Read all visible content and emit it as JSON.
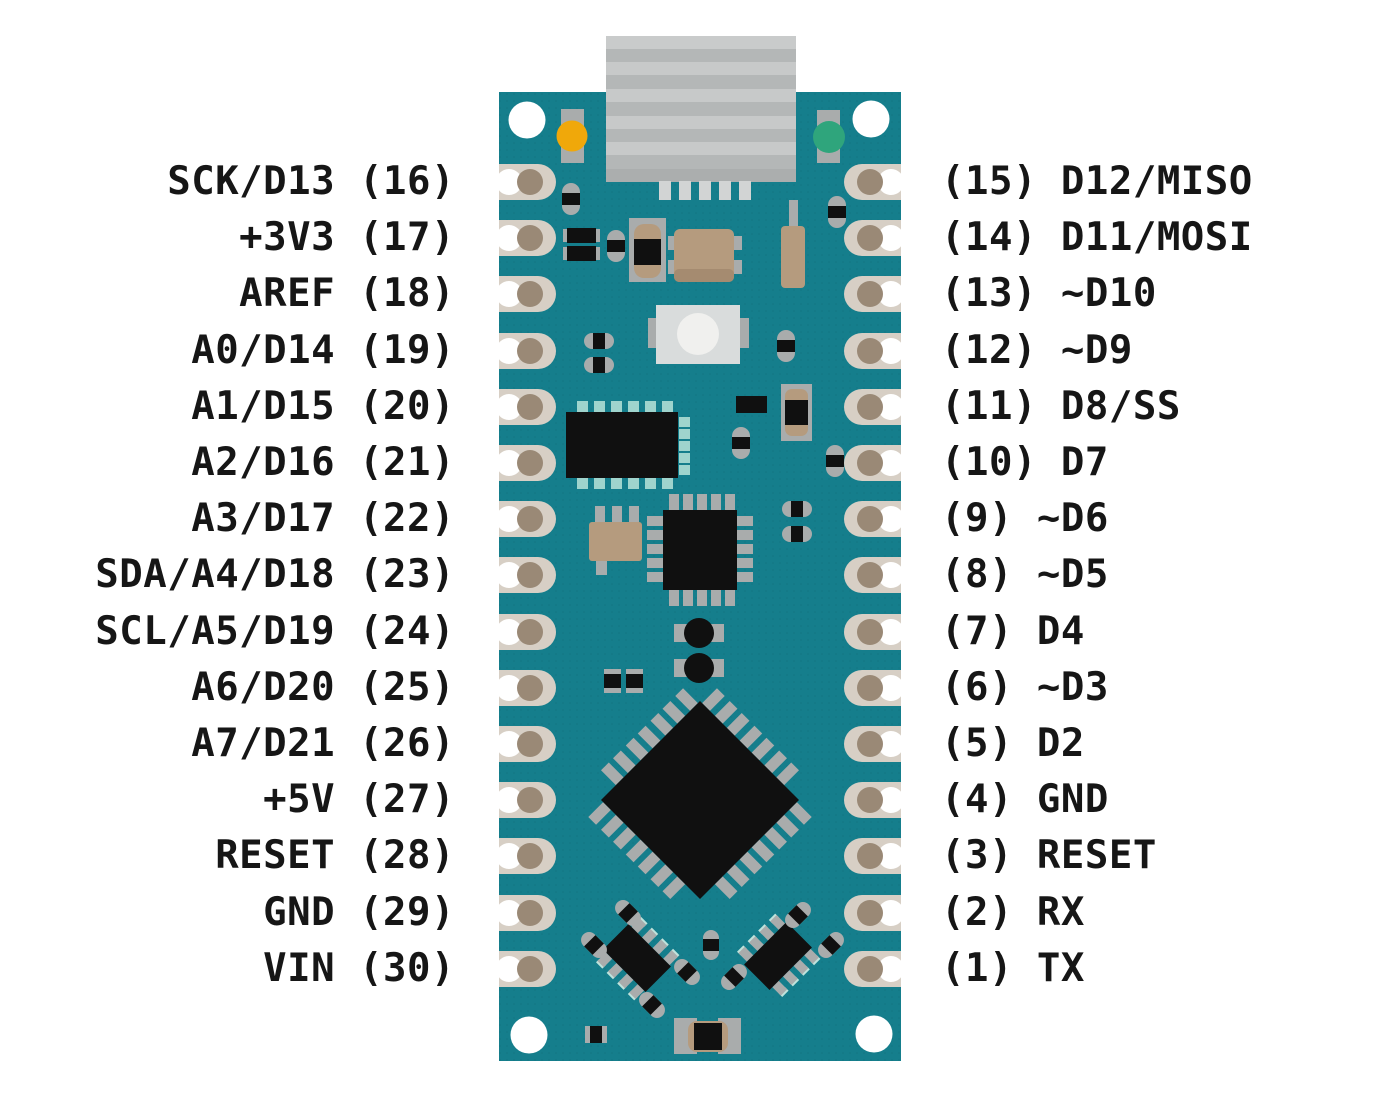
{
  "colors": {
    "board": "#157E8C",
    "pad": "#D7CFC5",
    "pad_hole": "#9A8976",
    "component_gray": "#A9ACAC",
    "component_tan": "#B59B7E",
    "pin_teal": "#9FD4CD",
    "led_orange": "#F0A80A",
    "led_green": "#2FA57C",
    "usb_gray": "#B4B7B7",
    "text": "#161616"
  },
  "pins": {
    "left": [
      {
        "name": "SCK/D13",
        "pin": 16,
        "display": "SCK/D13 (16)"
      },
      {
        "name": "+3V3",
        "pin": 17,
        "display": "+3V3 (17)"
      },
      {
        "name": "AREF",
        "pin": 18,
        "display": "AREF (18)"
      },
      {
        "name": "A0/D14",
        "pin": 19,
        "display": "A0/D14 (19)"
      },
      {
        "name": "A1/D15",
        "pin": 20,
        "display": "A1/D15 (20)"
      },
      {
        "name": "A2/D16",
        "pin": 21,
        "display": "A2/D16 (21)"
      },
      {
        "name": "A3/D17",
        "pin": 22,
        "display": "A3/D17 (22)"
      },
      {
        "name": "SDA/A4/D18",
        "pin": 23,
        "display": "SDA/A4/D18 (23)"
      },
      {
        "name": "SCL/A5/D19",
        "pin": 24,
        "display": "SCL/A5/D19 (24)"
      },
      {
        "name": "A6/D20",
        "pin": 25,
        "display": "A6/D20 (25)"
      },
      {
        "name": "A7/D21",
        "pin": 26,
        "display": "A7/D21 (26)"
      },
      {
        "name": "+5V",
        "pin": 27,
        "display": "+5V (27)"
      },
      {
        "name": "RESET",
        "pin": 28,
        "display": "RESET (28)"
      },
      {
        "name": "GND",
        "pin": 29,
        "display": "GND (29)"
      },
      {
        "name": "VIN",
        "pin": 30,
        "display": "VIN (30)"
      }
    ],
    "right": [
      {
        "name": "D12/MISO",
        "pin": 15,
        "display": "(15) D12/MISO"
      },
      {
        "name": "D11/MOSI",
        "pin": 14,
        "display": "(14) D11/MOSI"
      },
      {
        "name": "~D10",
        "pin": 13,
        "display": "(13) ~D10"
      },
      {
        "name": "~D9",
        "pin": 12,
        "display": "(12) ~D9"
      },
      {
        "name": "D8/SS",
        "pin": 11,
        "display": "(11) D8/SS"
      },
      {
        "name": "D7",
        "pin": 10,
        "display": "(10) D7"
      },
      {
        "name": "~D6",
        "pin": 9,
        "display": "(9) ~D6"
      },
      {
        "name": "~D5",
        "pin": 8,
        "display": "(8) ~D5"
      },
      {
        "name": "D4",
        "pin": 7,
        "display": "(7) D4"
      },
      {
        "name": "~D3",
        "pin": 6,
        "display": "(6) ~D3"
      },
      {
        "name": "D2",
        "pin": 5,
        "display": "(5) D2"
      },
      {
        "name": "GND",
        "pin": 4,
        "display": "(4) GND"
      },
      {
        "name": "RESET",
        "pin": 3,
        "display": "(3) RESET"
      },
      {
        "name": "RX",
        "pin": 2,
        "display": "(2) RX"
      },
      {
        "name": "TX",
        "pin": 1,
        "display": "(1) TX"
      }
    ]
  }
}
